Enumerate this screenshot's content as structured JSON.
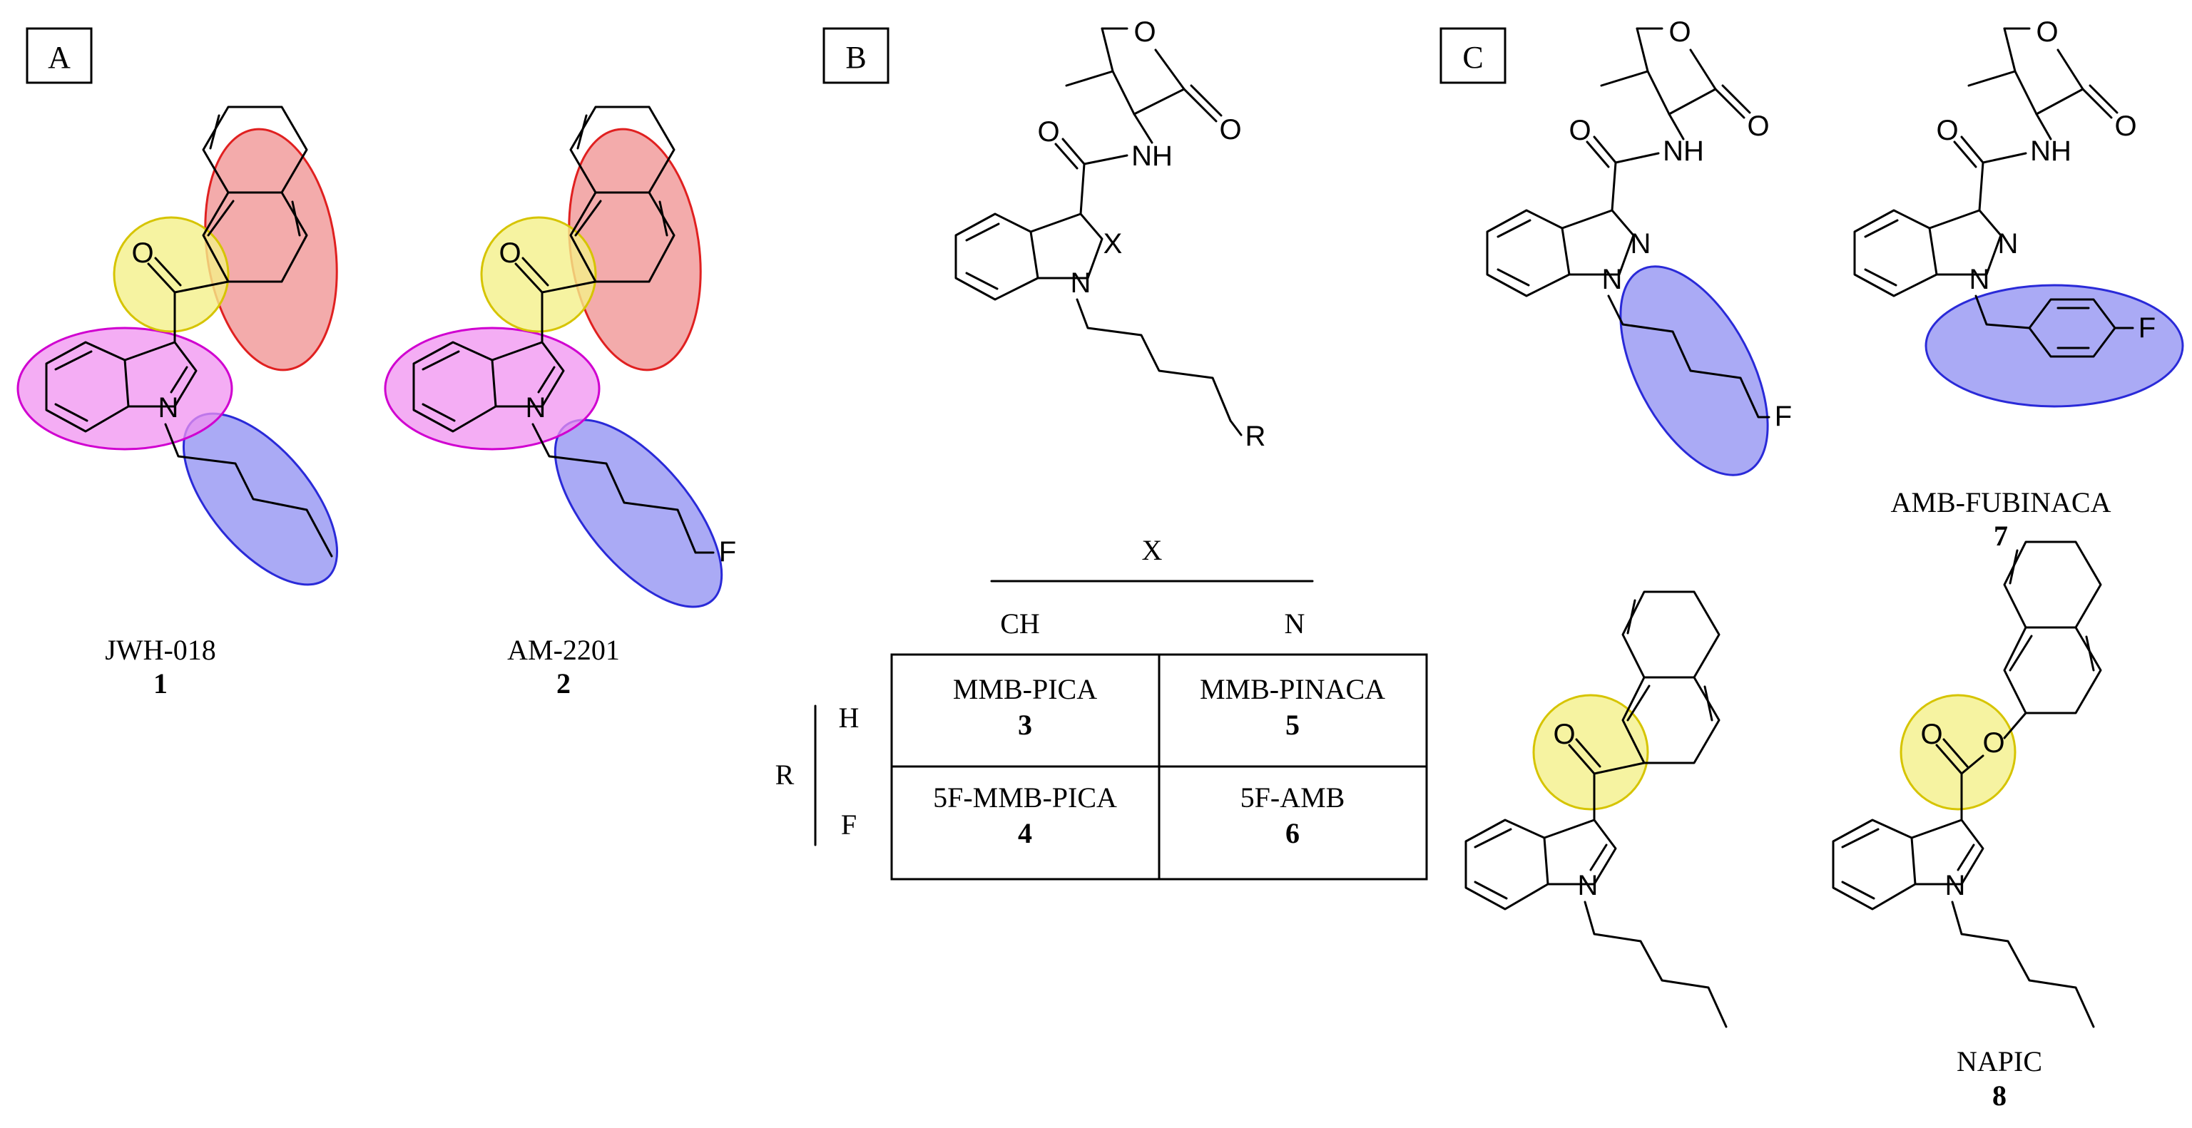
{
  "panels": {
    "A": "A",
    "B": "B",
    "C": "C"
  },
  "highlight_colors": {
    "naphthyl": "#ef8f8f",
    "linker": "#f4f08a",
    "core": "#f091f0",
    "tail": "#8d8df2"
  },
  "atoms": {
    "O": "O",
    "N": "N",
    "NH": "NH",
    "F": "F",
    "X": "X",
    "R": "R"
  },
  "compounds": {
    "c1": {
      "name": "JWH-018",
      "number": "1"
    },
    "c2": {
      "name": "AM-2201",
      "number": "2"
    },
    "c7": {
      "name": "AMB-FUBINACA",
      "number": "7"
    },
    "c8": {
      "name": "NAPIC",
      "number": "8"
    }
  },
  "table": {
    "x_header": "X",
    "col_ch": "CH",
    "col_n": "N",
    "r_header": "R",
    "row_h": "H",
    "row_f": "F",
    "cells": {
      "h_ch": {
        "name": "MMB-PICA",
        "number": "3"
      },
      "h_n": {
        "name": "MMB-PINACA",
        "number": "5"
      },
      "f_ch": {
        "name": "5F-MMB-PICA",
        "number": "4"
      },
      "f_n": {
        "name": "5F-AMB",
        "number": "6"
      }
    }
  }
}
